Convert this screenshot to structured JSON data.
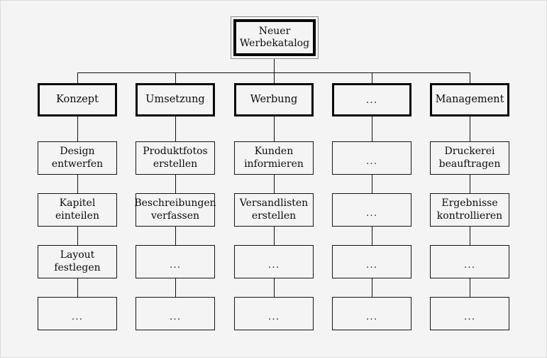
{
  "diagram": {
    "type": "org-chart",
    "title_node": {
      "line1": "Neuer",
      "line2": "Werbekatalog"
    },
    "ellipsis": "...",
    "colors": {
      "background": "#f4f4f4",
      "page_border": "#dcdcdc",
      "node_border_strong": "#070707",
      "node_border_thin": "#161616",
      "connector": "#111111",
      "text": "#0b0b0b"
    },
    "branches": [
      {
        "heading": "Konzept",
        "tasks": [
          {
            "line1": "Design",
            "line2": "entwerfen"
          },
          {
            "line1": "Kapitel",
            "line2": "einteilen"
          },
          {
            "line1": "Layout",
            "line2": "festlegen"
          },
          {
            "line1": "...",
            "line2": ""
          }
        ]
      },
      {
        "heading": "Umsetzung",
        "tasks": [
          {
            "line1": "Produktfotos",
            "line2": "erstellen"
          },
          {
            "line1": "Beschreibungen",
            "line2": "verfassen"
          },
          {
            "line1": "...",
            "line2": ""
          },
          {
            "line1": "...",
            "line2": ""
          }
        ]
      },
      {
        "heading": "Werbung",
        "tasks": [
          {
            "line1": "Kunden",
            "line2": "informieren"
          },
          {
            "line1": "Versandlisten",
            "line2": "erstellen"
          },
          {
            "line1": "...",
            "line2": ""
          },
          {
            "line1": "...",
            "line2": ""
          }
        ]
      },
      {
        "heading": "...",
        "tasks": [
          {
            "line1": "...",
            "line2": ""
          },
          {
            "line1": "...",
            "line2": ""
          },
          {
            "line1": "...",
            "line2": ""
          },
          {
            "line1": "...",
            "line2": ""
          }
        ]
      },
      {
        "heading": "Management",
        "tasks": [
          {
            "line1": "Druckerei",
            "line2": "beauftragen"
          },
          {
            "line1": "Ergebnisse",
            "line2": "kontrollieren"
          },
          {
            "line1": "...",
            "line2": ""
          },
          {
            "line1": "...",
            "line2": ""
          }
        ]
      }
    ]
  },
  "watermark": {
    "text": ""
  }
}
